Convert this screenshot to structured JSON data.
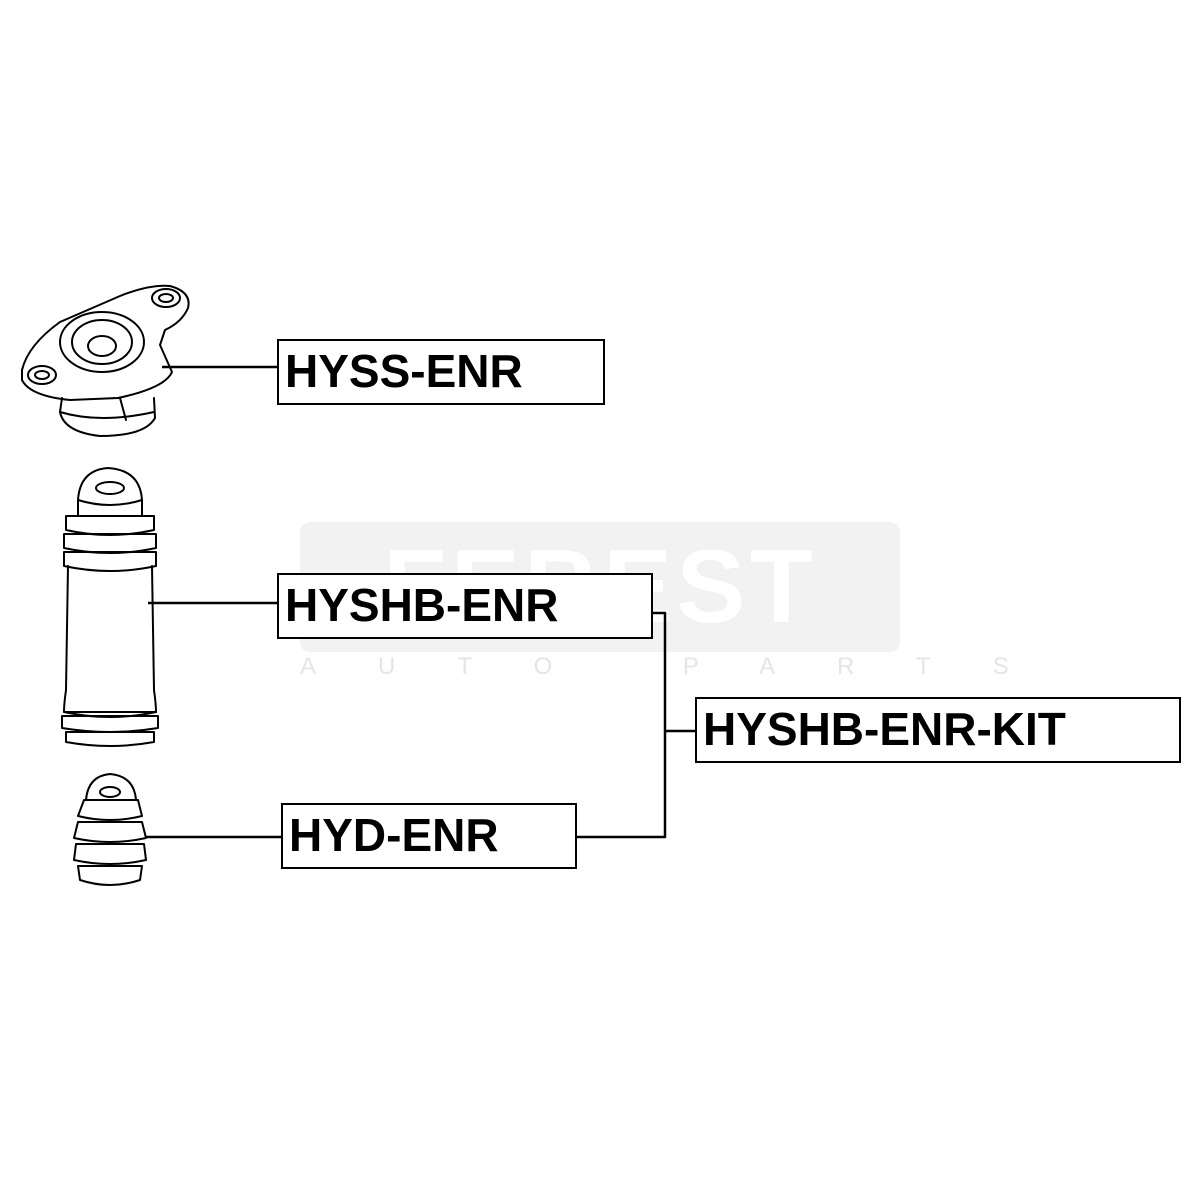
{
  "watermark": {
    "brand": "FEBEST",
    "tagline": "AUTO PARTS"
  },
  "parts": {
    "mount": {
      "code": "HYSS-ENR"
    },
    "boot": {
      "code": "HYSHB-ENR"
    },
    "kit": {
      "code": "HYSHB-ENR-KIT"
    },
    "bump_stop": {
      "code": "HYD-ENR"
    }
  },
  "colors": {
    "line": "#000000",
    "background": "#ffffff",
    "watermark": "#f2f2f2"
  }
}
